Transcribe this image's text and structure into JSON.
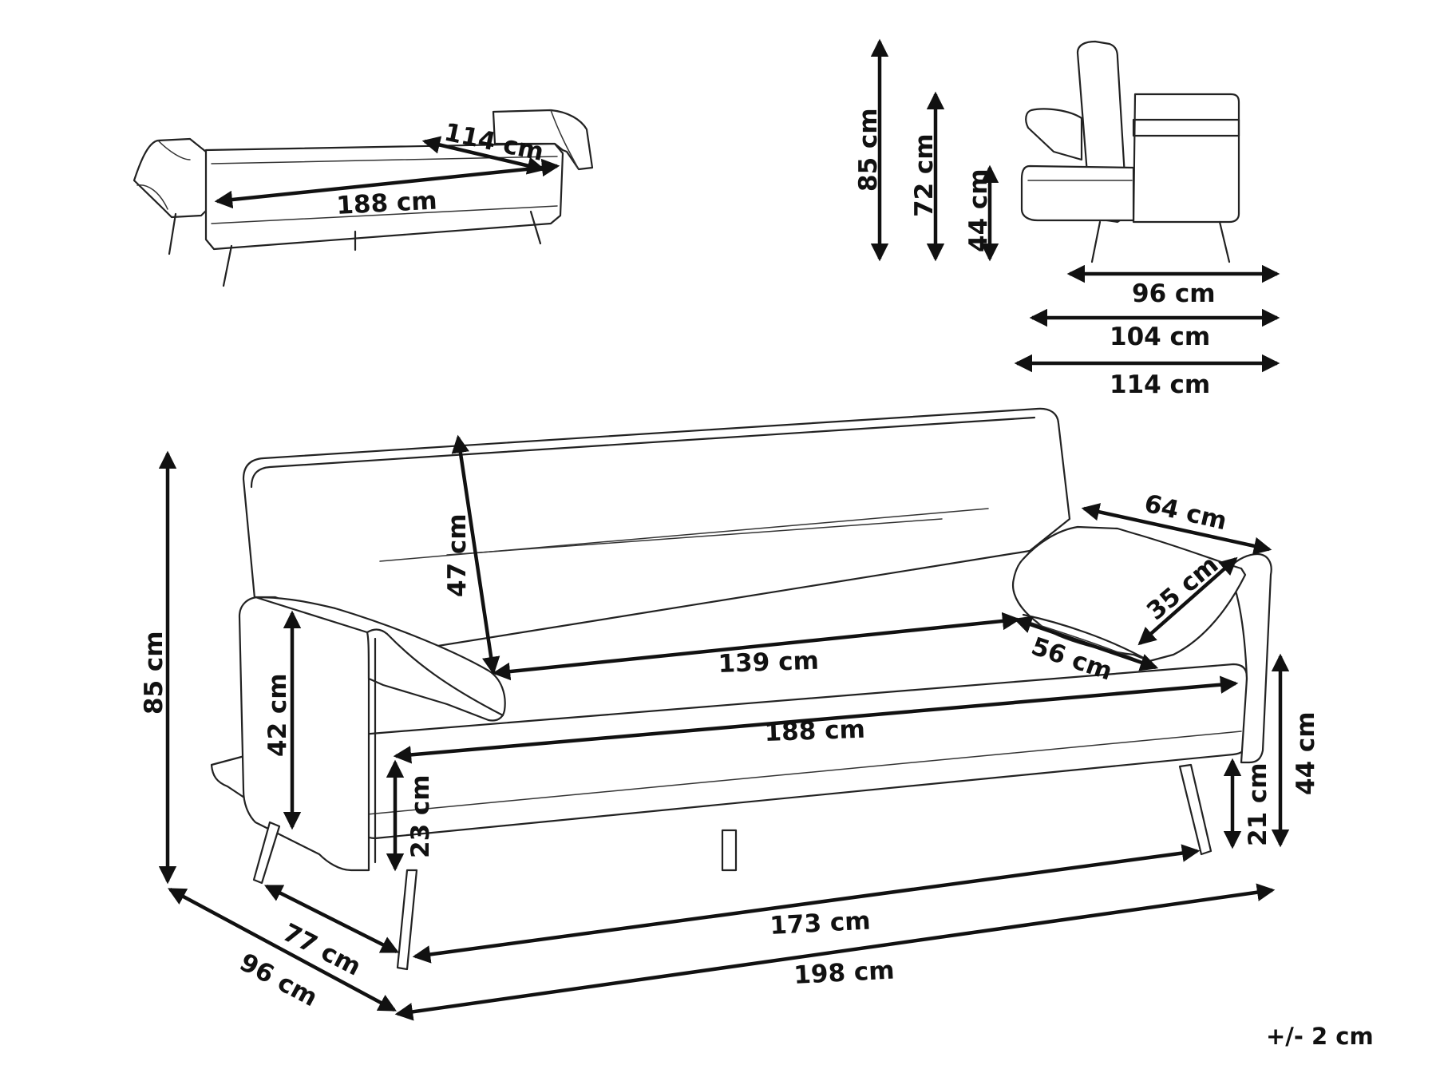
{
  "diagram": {
    "accent_color": "#111111",
    "line_color": "#222222",
    "bed_view": {
      "length_label": "188 cm",
      "width_label": "114 cm"
    },
    "side_view": {
      "height_total_label": "85 cm",
      "height_back_label": "72 cm",
      "height_seat_label": "44 cm",
      "depth_seat_label": "96 cm",
      "depth_mid_label": "104 cm",
      "depth_bed_label": "114 cm"
    },
    "front_view": {
      "height_total_label": "85 cm",
      "backrest_height_label": "47 cm",
      "armrest_height_label": "42 cm",
      "seat_thickness_label": "23 cm",
      "seat_inner_width_label": "139 cm",
      "seat_width_label": "188 cm",
      "leg_span_label": "173 cm",
      "total_width_label": "198 cm",
      "depth_inner_label": "77 cm",
      "depth_total_label": "96 cm",
      "arm_length_label": "64 cm",
      "arm_width_label": "35 cm",
      "arm_inner_label": "56 cm",
      "seat_height_label": "44 cm",
      "leg_height_label": "21 cm"
    },
    "tolerance_label": "+/- 2 cm"
  }
}
